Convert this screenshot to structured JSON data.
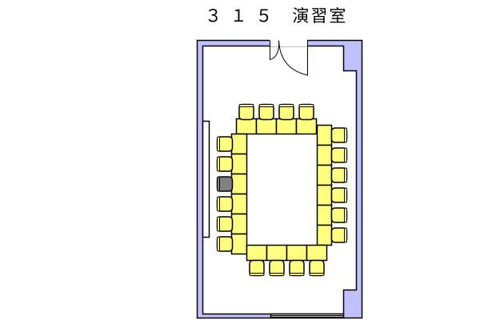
{
  "title": "３ １ ５　演習室",
  "colors": {
    "wall": "#c0c0ff",
    "table": "#ffff80",
    "chair": "#ffff80",
    "presenter_chair": "#808080"
  },
  "layout": {
    "top_tables": 4,
    "bottom_tables": 4,
    "left_tables": 6,
    "right_tables": 6,
    "top_chairs": 4,
    "bottom_chairs": 4,
    "left_chairs": 6,
    "right_chairs": 6,
    "presenter_chair_index": 2
  }
}
